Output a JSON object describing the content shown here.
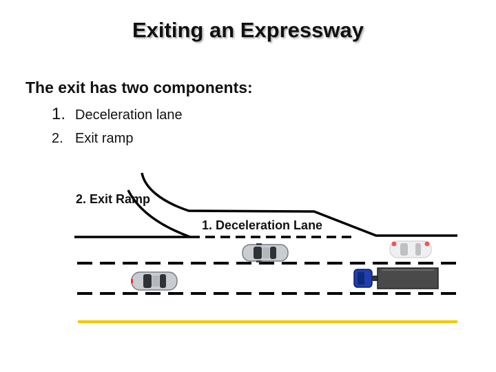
{
  "slide": {
    "title": "Exiting an Expressway",
    "intro": "The exit has two components:",
    "items": [
      {
        "num": "1.",
        "text": "Deceleration lane"
      },
      {
        "num": "2.",
        "text": "Exit ramp"
      }
    ]
  },
  "diagram": {
    "labels": {
      "exit_ramp": "2. Exit Ramp",
      "decel_lane": "1. Deceleration Lane"
    },
    "colors": {
      "road_lines": "#000000",
      "edge_line": "#f5c800",
      "car_silver": "#c9ccd0",
      "truck_cab": "#1f3fb0",
      "truck_trailer": "#4a4a4a",
      "brake_light": "#e8372c"
    },
    "icons": [
      "car-icon",
      "truck-icon"
    ]
  }
}
